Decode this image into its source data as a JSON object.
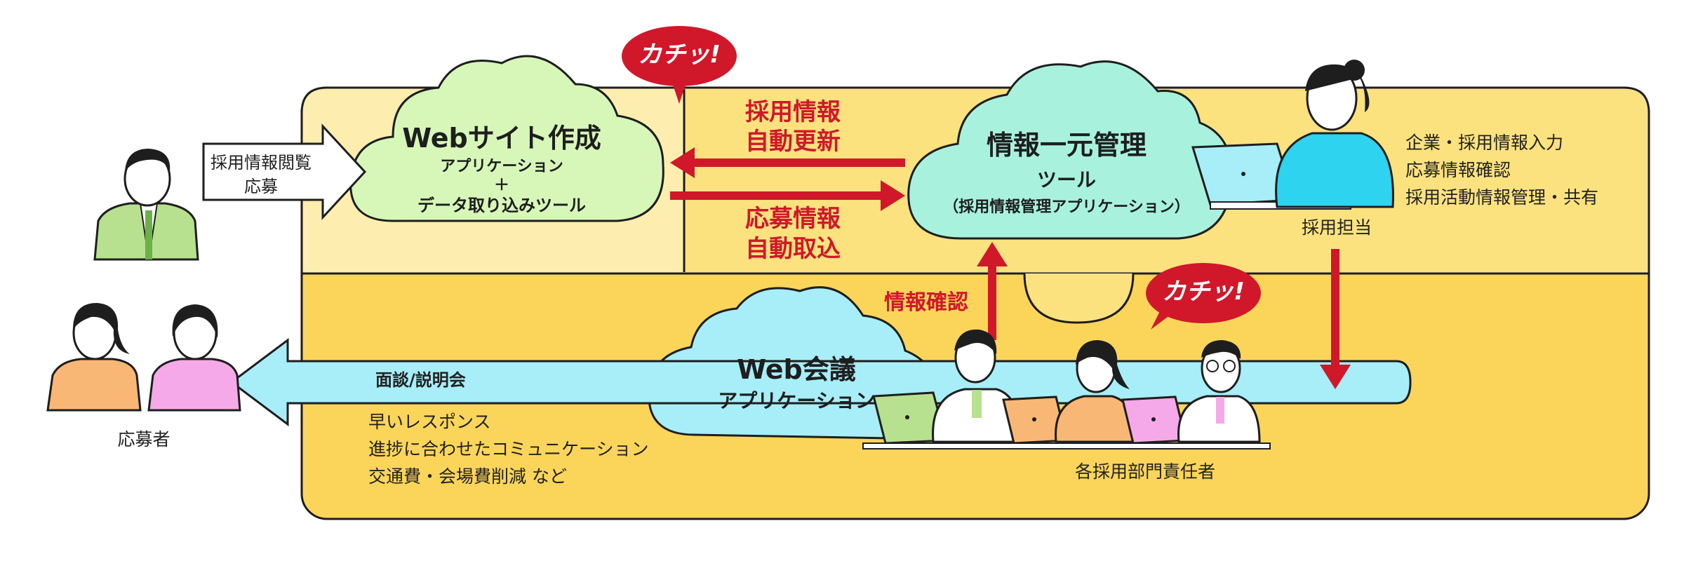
{
  "colors": {
    "upper_band": "#fdeeb0",
    "lower_band": "#fbd55a",
    "green_cloud": "#d7f7b9",
    "mint_cloud": "#a8f2dd",
    "blue_cloud": "#a7eef8",
    "red": "#d0182a",
    "pale_blue_arrow": "#a7eef8"
  },
  "website_cloud": {
    "title": "Webサイト作成",
    "sub1": "アプリケーション",
    "plus": "＋",
    "sub2": "データ取り込みツール"
  },
  "mgmt_cloud": {
    "title": "情報一元管理",
    "sub1": "ツール",
    "sub2": "（採用情報管理アプリケーション）"
  },
  "meeting_cloud": {
    "title": "Web会議",
    "sub1": "アプリケーション"
  },
  "arrows": {
    "update_line1": "採用情報",
    "update_line2": "自動更新",
    "import_line1": "応募情報",
    "import_line2": "自動取込",
    "confirm": "情報確認",
    "applicant_line1": "採用情報閲覧",
    "applicant_line2": "応募",
    "interview": "面談/説明会"
  },
  "bubbles": [
    "カチッ!",
    "カチッ!"
  ],
  "recruiter": {
    "label": "採用担当",
    "tasks": [
      "企業・採用情報入力",
      "応募情報確認",
      "採用活動情報管理・共有"
    ]
  },
  "applicants_label": "応募者",
  "managers_label": "各採用部門責任者",
  "benefits": [
    "早いレスポンス",
    "進捗に合わせたコミュニケーション",
    "交通費・会場費削減 など"
  ],
  "icons": [
    "person-icon",
    "laptop-icon",
    "cloud-shape"
  ]
}
